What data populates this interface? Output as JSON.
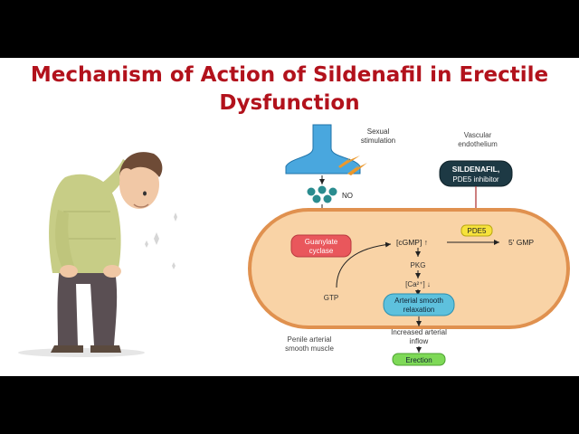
{
  "title": {
    "line1": "Mechanism of Action of Sildenafil in Erectile",
    "line2": "Dysfunction"
  },
  "diagram": {
    "sexual_stimulation": [
      "Sexual",
      "stimulation"
    ],
    "no_label": "NO",
    "vascular_endothelium": [
      "Vascular",
      "endothelium"
    ],
    "sildenafil": [
      "SILDENAFIL,",
      "PDE5 inhibitor"
    ],
    "pde5": "PDE5",
    "guanylate_cyclase": [
      "Guanylate",
      "cyclase"
    ],
    "cgmp": "[cGMP] ↑",
    "five_gmp": "5' GMP",
    "pkg": "PKG",
    "calcium": "[Ca²⁺] ↓",
    "gtp": "GTP",
    "arterial_relaxation": [
      "Arterial smooth",
      "relaxation"
    ],
    "penile_muscle": [
      "Penile arterial",
      "smooth muscle"
    ],
    "increased_inflow": [
      "Increased arterial",
      "inflow"
    ],
    "erection": "Erection"
  },
  "colors": {
    "title": "#b2121c",
    "cell_fill": "#f9d3a6",
    "cell_border": "#e0914f",
    "receptor": "#49a7de",
    "no_dots": "#2a8c8f",
    "sildenafil_box": "#1d3944",
    "pde5_box": "#f6e23b",
    "guanylate_box": "#e9575c",
    "relaxation_box": "#5ec1dd",
    "erection_box": "#7ed957"
  }
}
